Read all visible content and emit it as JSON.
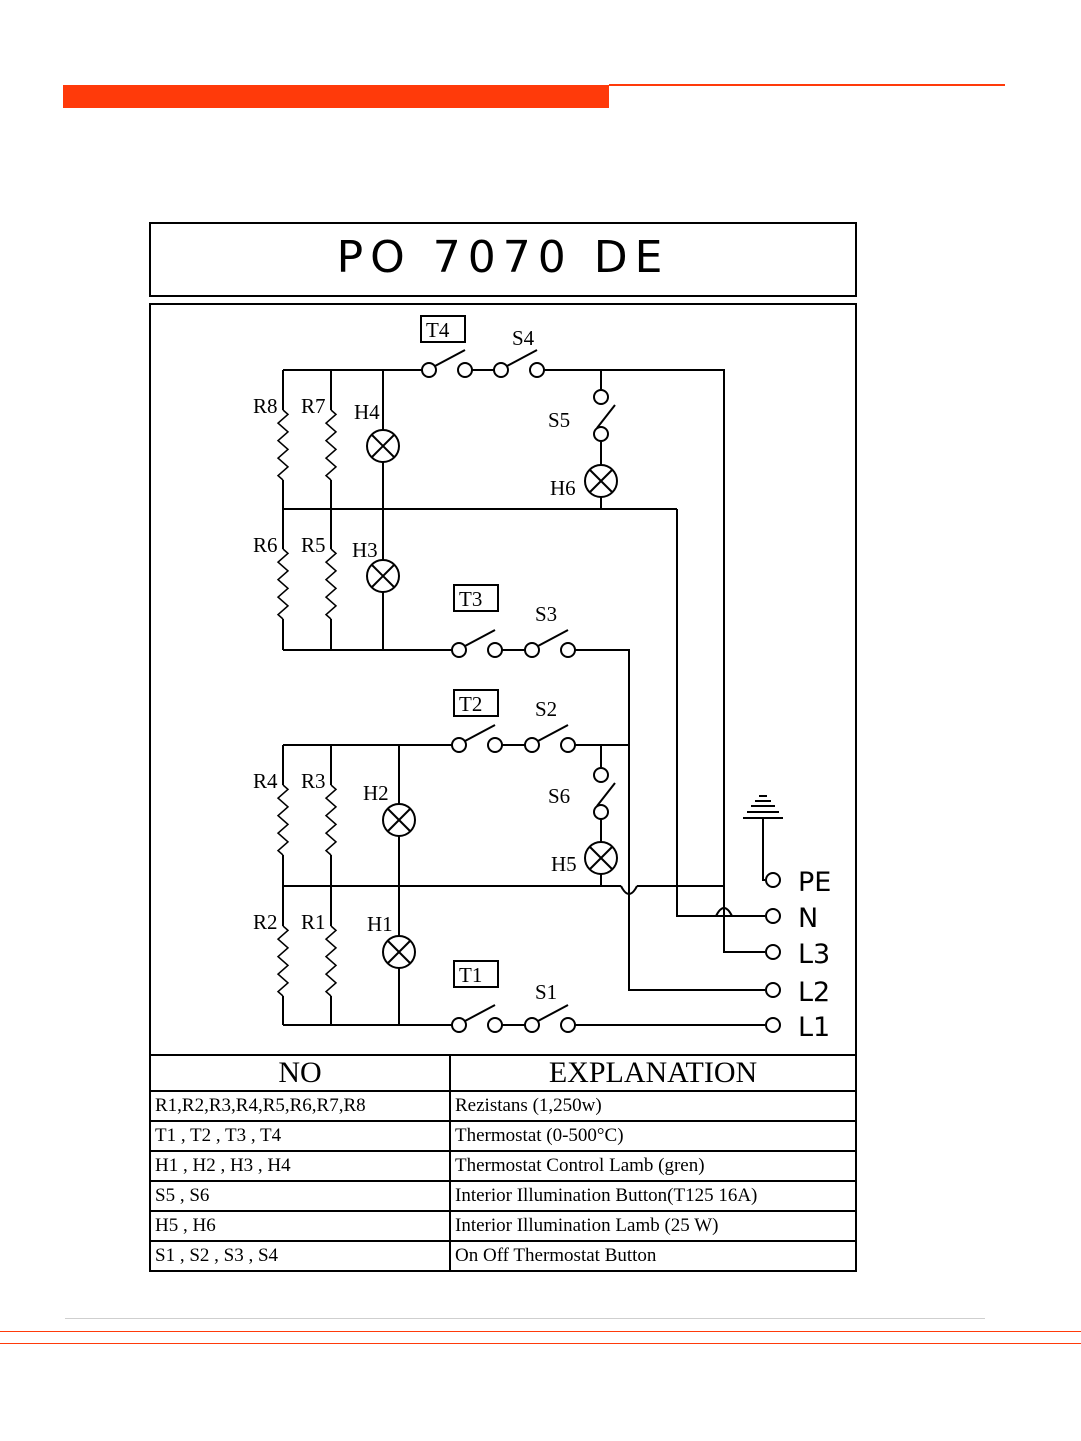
{
  "colors": {
    "accent": "#ff3a0a",
    "line": "#000000"
  },
  "title": "PO 7070 DE",
  "diagram": {
    "thermostats": [
      "T1",
      "T2",
      "T3",
      "T4"
    ],
    "switches": [
      "S1",
      "S2",
      "S3",
      "S4",
      "S5",
      "S6"
    ],
    "resistors": [
      "R1",
      "R2",
      "R3",
      "R4",
      "R5",
      "R6",
      "R7",
      "R8"
    ],
    "lamps": [
      "H1",
      "H2",
      "H3",
      "H4",
      "H5",
      "H6"
    ],
    "terminals": [
      "PE",
      "N",
      "L3",
      "L2",
      "L1"
    ],
    "ground_symbol": "ground-icon"
  },
  "legend": {
    "headers": {
      "no": "NO",
      "explanation": "EXPLANATION"
    },
    "rows": [
      {
        "no": "R1,R2,R3,R4,R5,R6,R7,R8",
        "explanation": "Rezistans (1,250w)"
      },
      {
        "no": "T1 , T2 , T3 , T4",
        "explanation": "Thermostat (0-500°C)"
      },
      {
        "no": "H1 , H2 , H3 , H4",
        "explanation": "Thermostat Control Lamb (gren)"
      },
      {
        "no": "S5 , S6",
        "explanation": "Interior Illumination Button(T125 16A)"
      },
      {
        "no": "H5 , H6",
        "explanation": "Interior Illumination Lamb (25 W)"
      },
      {
        "no": "S1 , S2 , S3 , S4",
        "explanation": "On Off Thermostat Button"
      }
    ]
  }
}
